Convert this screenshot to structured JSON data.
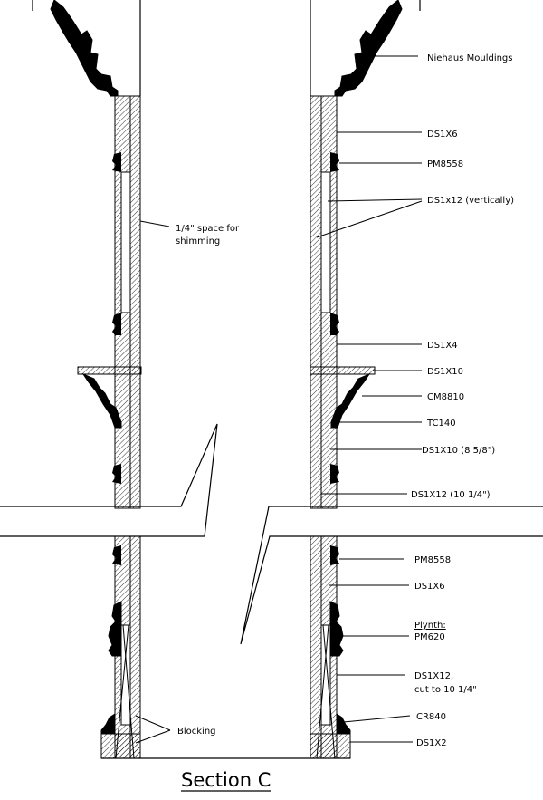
{
  "labels": {
    "niehaus": "Niehaus Mouldings",
    "ds1x6_top": "DS1X6",
    "pm8558_top": "PM8558",
    "ds1x12_vert": "DS1x12 (vertically)",
    "shim_line1": "1/4\" space for",
    "shim_line2": "shimming",
    "ds1x4": "DS1X4",
    "ds1x10": "DS1X10",
    "cm8810": "CM8810",
    "tc140": "TC140",
    "ds1x10_858": "DS1X10 (8 5/8\")",
    "ds1x12_1014": "DS1X12 (10 1/4\")",
    "pm8558_bot": "PM8558",
    "ds1x6_bot": "DS1X6",
    "plynth": "Plynth:",
    "pm620": "PM620",
    "ds1x12_cut_1": "DS1X12,",
    "ds1x12_cut_2": "cut to 10 1/4\"",
    "blocking": "Blocking",
    "cr840": "CR840",
    "ds1x2": "DS1X2"
  },
  "title": "Section C"
}
